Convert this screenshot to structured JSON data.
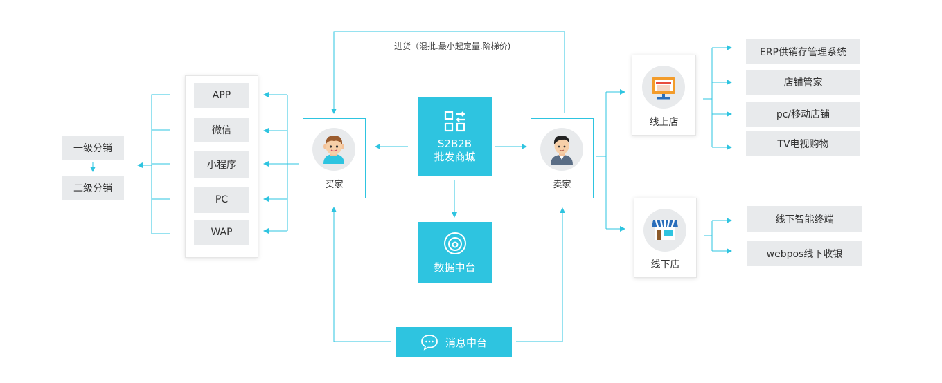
{
  "channels": [
    "APP",
    "微信",
    "小程序",
    "PC",
    "WAP"
  ],
  "distribution": [
    "一级分销",
    "二级分销"
  ],
  "buyer": {
    "label": "买家"
  },
  "seller": {
    "label": "卖家"
  },
  "mall": {
    "line1": "S2B2B",
    "line2": "批发商城"
  },
  "data_center": {
    "label": "数据中台"
  },
  "message_center": {
    "label": "消息中台"
  },
  "top_note": "进货（混批.最小起定量.阶梯价)",
  "online_store": {
    "label": "线上店",
    "items": [
      "ERP供销存管理系统",
      "店铺管家",
      "pc/移动店铺",
      "TV电视购物"
    ]
  },
  "offline_store": {
    "label": "线下店",
    "items": [
      "线下智能终端",
      "webpos线下收银"
    ]
  },
  "colors": {
    "accent": "#2ec4e0",
    "gray_box": "#e8eaec",
    "line": "#2ec4e0"
  }
}
